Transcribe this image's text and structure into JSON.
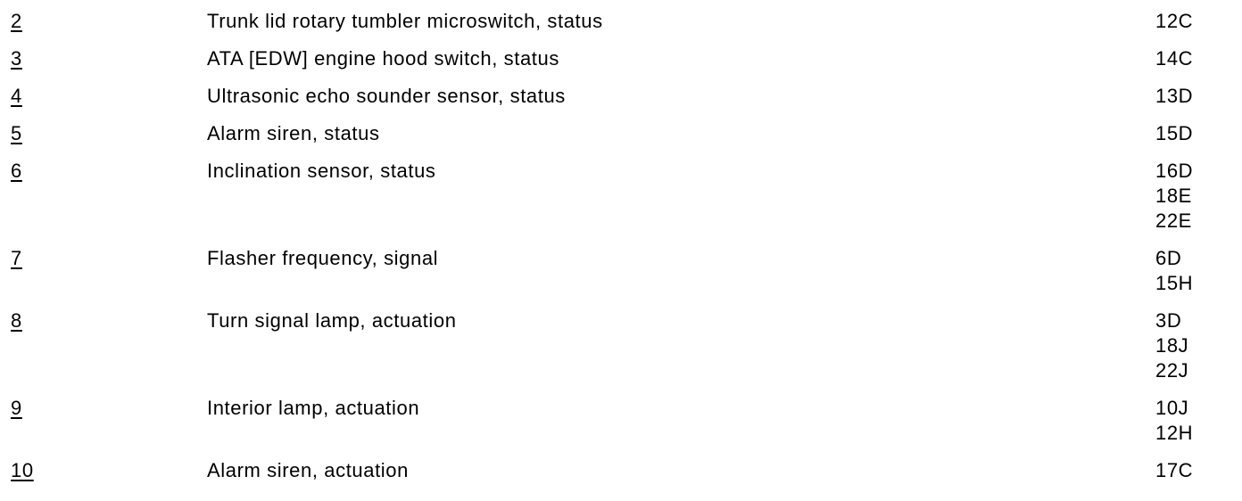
{
  "page": {
    "background_color": "#ffffff",
    "text_color": "#000000"
  },
  "legend": {
    "rows": [
      {
        "number": "2",
        "description": "Trunk lid rotary tumbler microswitch, status",
        "refs": [
          "12C"
        ]
      },
      {
        "number": "3",
        "description": "ATA [EDW] engine hood switch, status",
        "refs": [
          "14C"
        ]
      },
      {
        "number": "4",
        "description": "Ultrasonic echo sounder sensor, status",
        "refs": [
          "13D"
        ]
      },
      {
        "number": "5",
        "description": "Alarm siren, status",
        "refs": [
          "15D"
        ]
      },
      {
        "number": "6",
        "description": "Inclination sensor, status",
        "refs": [
          "16D",
          "18E",
          "22E"
        ]
      },
      {
        "number": "7",
        "description": "Flasher frequency, signal",
        "refs": [
          "6D",
          "15H"
        ]
      },
      {
        "number": "8",
        "description": "Turn signal lamp, actuation",
        "refs": [
          "3D",
          "18J",
          "22J"
        ]
      },
      {
        "number": "9",
        "description": "Interior lamp, actuation",
        "refs": [
          "10J",
          "12H"
        ]
      },
      {
        "number": "10",
        "description": "Alarm siren, actuation",
        "refs": [
          "17C"
        ]
      }
    ]
  }
}
